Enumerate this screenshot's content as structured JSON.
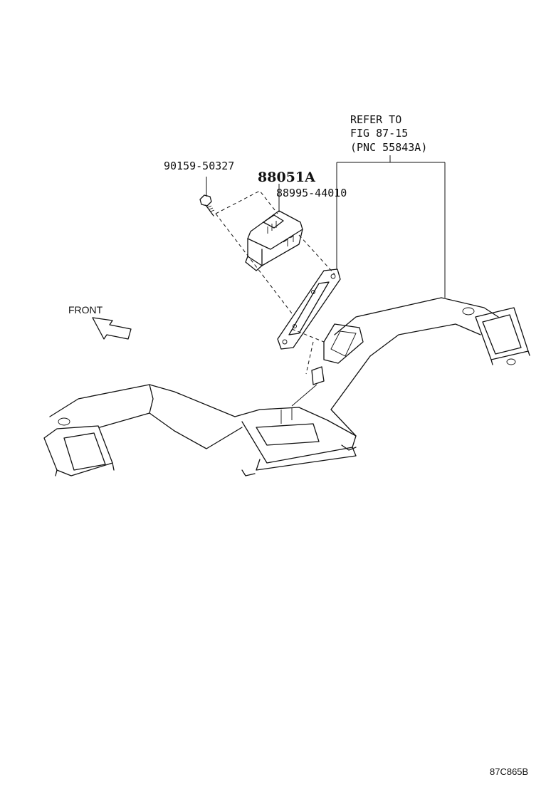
{
  "labels": {
    "refer_line1": "REFER TO",
    "refer_line2": "FIG 87-15",
    "refer_line3": "(PNC 55843A)",
    "bolt_part": "90159-50327",
    "switch_part": "88051A",
    "bezel_part": "88995-44010",
    "front": "FRONT",
    "figure_code": "87C865B"
  }
}
